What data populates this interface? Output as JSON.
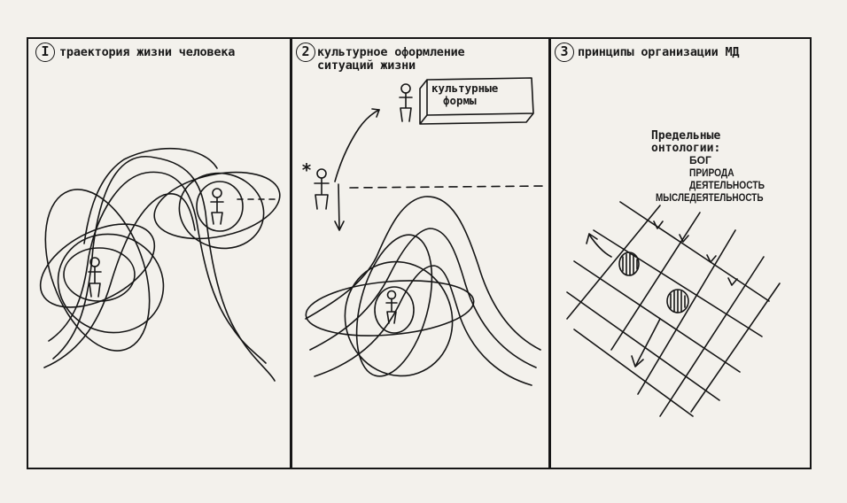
{
  "panels": [
    {
      "number": "I",
      "title": "траектория жизни человека"
    },
    {
      "number": "2",
      "title_line1": "культурное оформление",
      "title_line2": "ситуаций жизни"
    },
    {
      "number": "3",
      "title": "принципы организации МД"
    }
  ],
  "panel2": {
    "box_line1": "культурные",
    "box_line2": "формы",
    "star": "*"
  },
  "panel3": {
    "heading_line1": "Предельные",
    "heading_line2": "онтологии:",
    "ontologies": [
      "БОГ",
      "ПРИРОДА",
      "ДЕЯТЕЛЬНОСТЬ",
      "МЫСЛЕДЕЯТЕЛЬНОСТЬ"
    ]
  },
  "colors": {
    "ink": "#161616",
    "paper": "#f3f1ec"
  }
}
